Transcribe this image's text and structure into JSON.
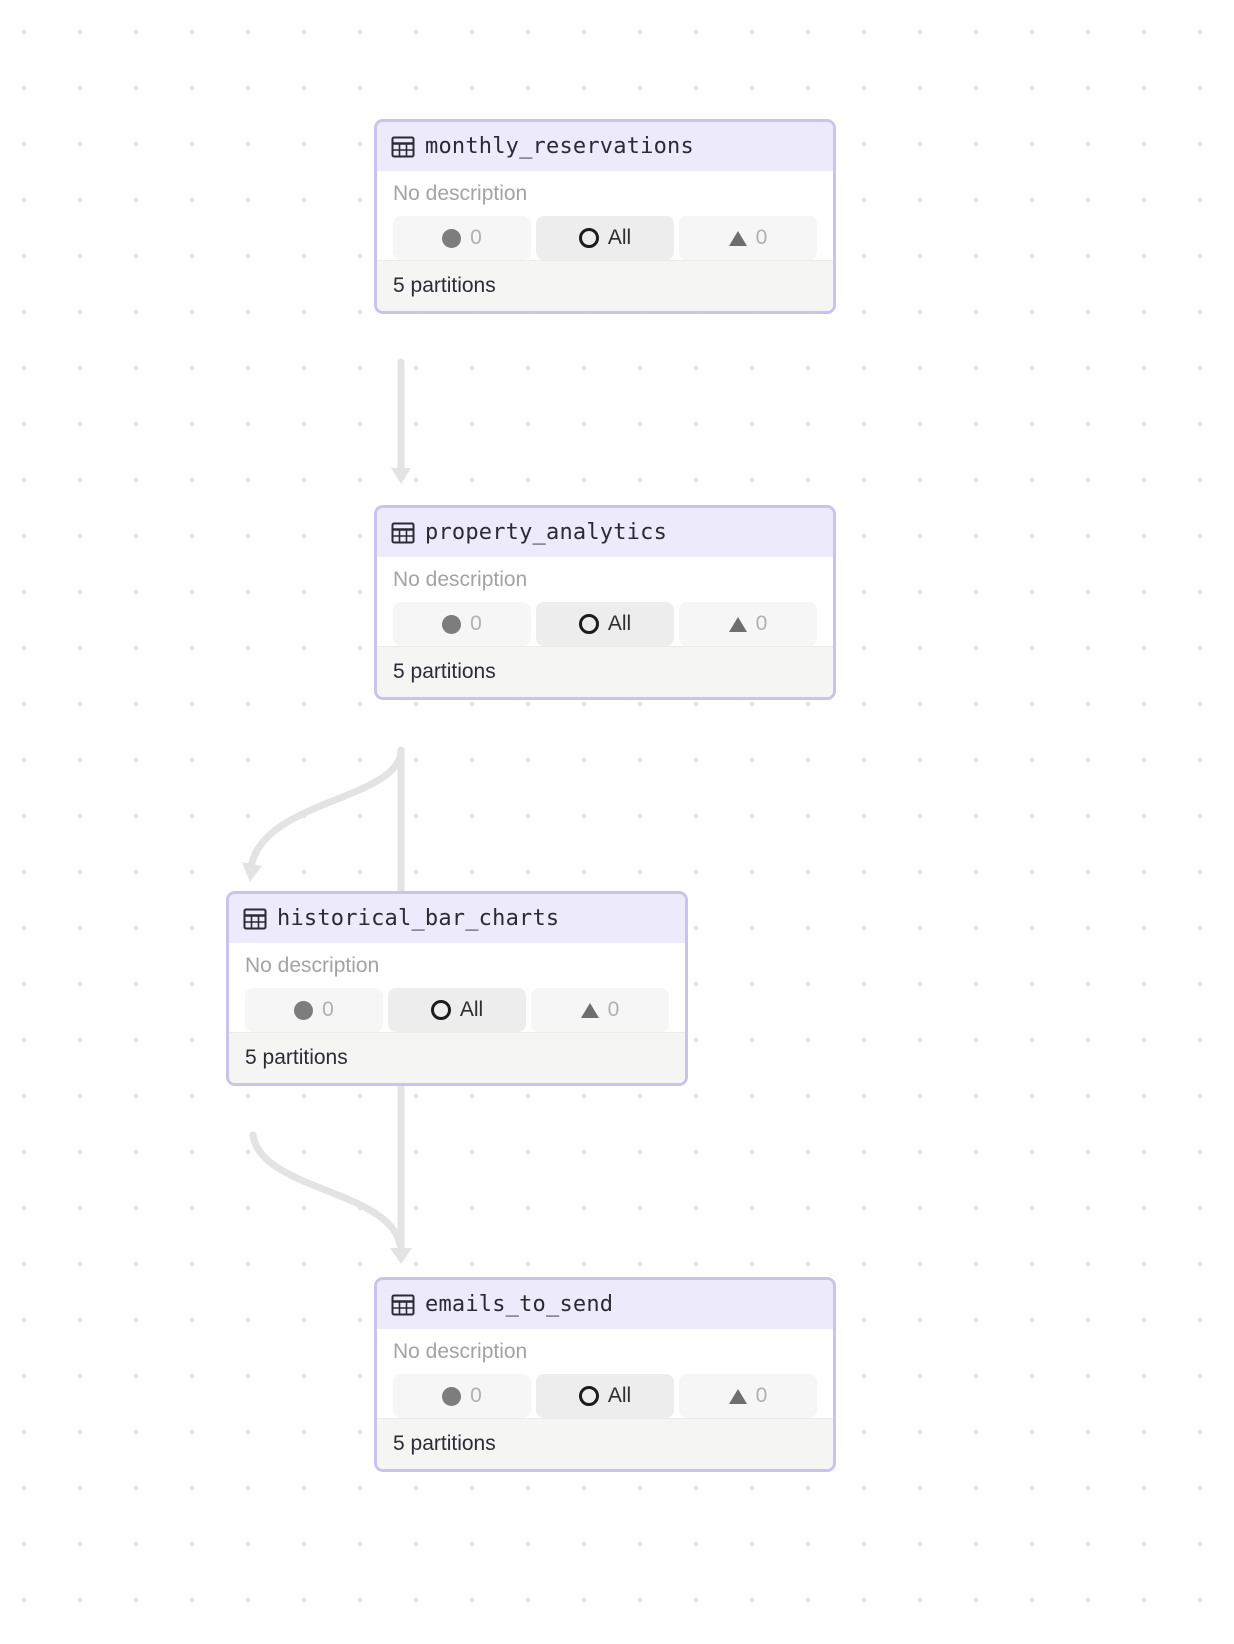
{
  "nodes": [
    {
      "title": "monthly_reservations",
      "description": "No description",
      "status": {
        "missing": "0",
        "all": "All",
        "failed": "0"
      },
      "footer": "5 partitions"
    },
    {
      "title": "property_analytics",
      "description": "No description",
      "status": {
        "missing": "0",
        "all": "All",
        "failed": "0"
      },
      "footer": "5 partitions"
    },
    {
      "title": "historical_bar_charts",
      "description": "No description",
      "status": {
        "missing": "0",
        "all": "All",
        "failed": "0"
      },
      "footer": "5 partitions"
    },
    {
      "title": "emails_to_send",
      "description": "No description",
      "status": {
        "missing": "0",
        "all": "All",
        "failed": "0"
      },
      "footer": "5 partitions"
    }
  ],
  "icons": {
    "node_icon": "table-icon",
    "missing_icon": "filled-circle-icon",
    "all_icon": "ring-icon",
    "failed_icon": "triangle-icon"
  },
  "colors": {
    "node_border": "#c9c3ee",
    "node_header": "#eceafb",
    "edge": "#e3e3e3"
  }
}
